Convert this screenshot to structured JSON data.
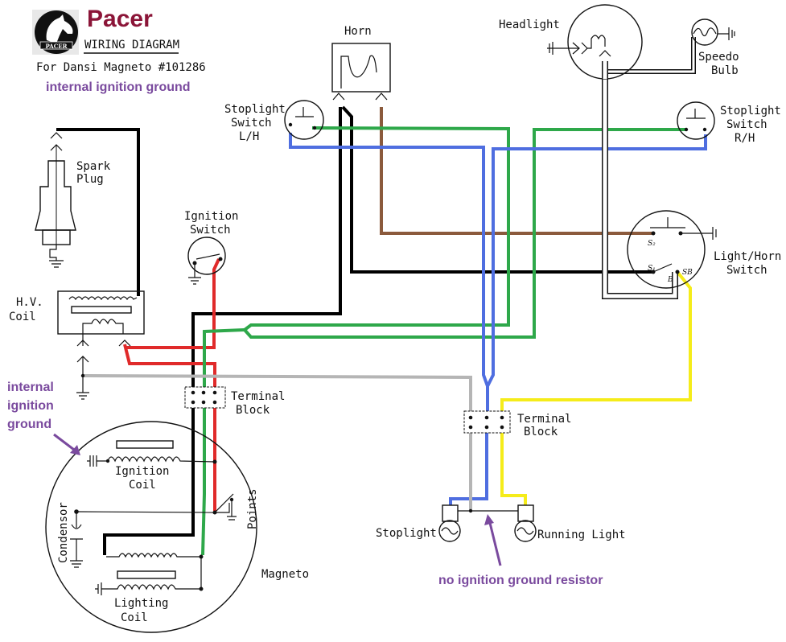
{
  "header": {
    "brand": "Pacer",
    "logo_text": "PACER",
    "subtitle": "WIRING DIAGRAM",
    "model_line": "For Dansi Magneto #101286",
    "annotation_top": "internal ignition ground"
  },
  "components": {
    "horn": "Horn",
    "headlight": "Headlight",
    "speedo_bulb": [
      "Speedo",
      "Bulb"
    ],
    "stoplight_switch_lh": [
      "Stoplight",
      "Switch",
      "L/H"
    ],
    "stoplight_switch_rh": [
      "Stoplight",
      "Switch",
      "R/H"
    ],
    "spark_plug": [
      "Spark",
      "Plug"
    ],
    "ignition_switch": [
      "Ignition",
      "Switch"
    ],
    "hv_coil": [
      "H.V.",
      "Coil"
    ],
    "light_horn_switch": [
      "Light/Horn",
      "Switch"
    ],
    "terminal_block_left": [
      "Terminal",
      "Block"
    ],
    "terminal_block_right": [
      "Terminal",
      "Block"
    ],
    "ignition_coil": [
      "Ignition",
      "Coil"
    ],
    "lighting_coil": [
      "Lighting",
      "Coil"
    ],
    "condensor": "Condensor",
    "points": "Points",
    "magneto": "Magneto",
    "stoplight": "Stoplight",
    "running_light": "Running Light"
  },
  "switch_terminals": {
    "s_top": "S₂",
    "s_bottom": "S₁",
    "b": "B",
    "sb": "SB"
  },
  "annotations": {
    "internal_ground_side": [
      "internal",
      "ignition",
      "ground"
    ],
    "no_resistor": "no ignition ground resistor"
  },
  "wire_colors": {
    "black": "#000000",
    "red": "#e02a2a",
    "green": "#2ea84a",
    "blue": "#4f6ee0",
    "brown": "#8b5a3c",
    "yellow": "#f5ec1a",
    "gray": "#b5b5b5",
    "white_double": "#ffffff"
  },
  "annotation_color": "#7a4a9e",
  "brand_color": "#8b1538"
}
